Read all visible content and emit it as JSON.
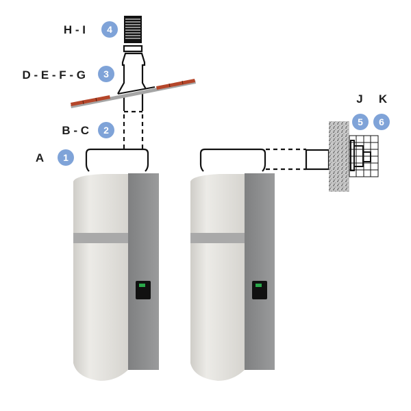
{
  "labels": {
    "a": "A",
    "bc": "B - C",
    "defg": "D - E - F - G",
    "hi": "H - I",
    "j": "J",
    "k": "K"
  },
  "markers": [
    "1",
    "2",
    "3",
    "4",
    "5",
    "6"
  ],
  "colors": {
    "marker": "#7fa3d8",
    "tile": "#b5462a",
    "tank_body": "#e2e1dc",
    "tank_panel": "#8e8f90"
  }
}
